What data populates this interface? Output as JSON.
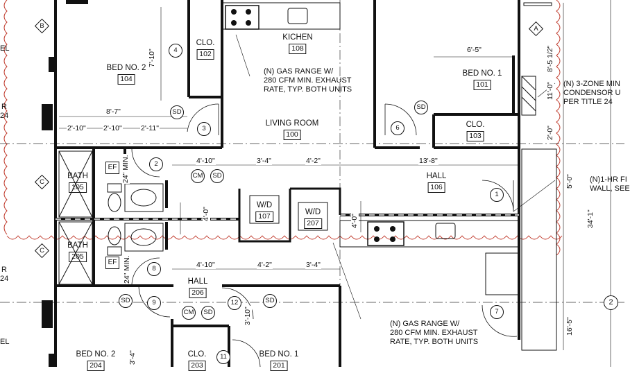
{
  "rooms": {
    "kitchen": {
      "name": "KICHEN",
      "number": "108"
    },
    "living": {
      "name": "LIVING ROOM",
      "number": "100"
    },
    "bed2_top": {
      "name": "BED NO. 2",
      "number": "104"
    },
    "bed1_top": {
      "name": "BED NO. 1",
      "number": "101"
    },
    "clo_102": {
      "name": "CLO.",
      "number": "102"
    },
    "clo_103": {
      "name": "CLO.",
      "number": "103"
    },
    "hall_106": {
      "name": "HALL",
      "number": "106"
    },
    "bath_105": {
      "name": "BATH",
      "number": "105"
    },
    "bath_205": {
      "name": "BATH",
      "number": "205"
    },
    "wd_107": {
      "name": "W/D",
      "number": "107"
    },
    "wd_207": {
      "name": "W/D",
      "number": "207"
    },
    "hall_206": {
      "name": "HALL",
      "number": "206"
    },
    "bed2_bot": {
      "name": "BED NO. 2",
      "number": "204"
    },
    "clo_203": {
      "name": "CLO.",
      "number": "203"
    },
    "bed1_bot": {
      "name": "BED NO. 1",
      "number": "201"
    }
  },
  "notes": {
    "gas_top": [
      "(N) GAS RANGE W/",
      "280 CFM MIN. EXHAUST",
      "RATE, TYP. BOTH UNITS"
    ],
    "gas_bot": [
      "(N) GAS RANGE W/",
      "280 CFM MIN. EXHAUST",
      "RATE, TYP. BOTH UNITS"
    ],
    "condenser": [
      "(N) 3-ZONE MIN",
      "CONDENSOR U",
      "PER TITLE 24"
    ],
    "fire_wall": [
      "(N)1-HR FI",
      "WALL, SEE"
    ],
    "left_edge_1": "EL",
    "left_edge_2": "R",
    "left_edge_3": "24",
    "left_edge_4": "R",
    "left_edge_5": "24",
    "left_edge_6": "EL"
  },
  "dimensions": {
    "d_7_10": "7'-10\"",
    "d_8_7": "8'-7\"",
    "d_2_10a": "2'-10\"",
    "d_2_10b": "2'-10\"",
    "d_2_11": "2'-11\"",
    "d_6_5": "6'-5\"",
    "d_8_5_half": "8'-5 1/2\"",
    "d_11_0": "11'-0\"",
    "d_2_0": "2'-0\"",
    "d_4_10_top": "4'-10\"",
    "d_3_4_top": "3'-4\"",
    "d_4_2_top": "4'-2\"",
    "d_13_8": "13'-8\"",
    "d_24_min_top": "24\" MIN.",
    "d_4_0_left": "4'-0\"",
    "d_4_0_right": "4'-0\"",
    "d_5_0": "5'-0\"",
    "d_34_1": "34'-1\"",
    "d_24_min_bot": "24\" MIN.",
    "d_4_10_bot": "4'-10\"",
    "d_4_2_bot": "4'-2\"",
    "d_3_4_bot": "3'-4\"",
    "d_3_10": "3'-10\"",
    "d_16_5": "16'-5\"",
    "d_3_4_left": "3'-4\""
  },
  "tags": {
    "door_2": "2",
    "door_3": "3",
    "door_4": "4",
    "door_6": "6",
    "door_1": "1",
    "door_8": "8",
    "door_9": "9",
    "door_12": "12",
    "door_7": "7",
    "door_11": "11",
    "sd": "SD",
    "cm": "CM",
    "ef": "EF"
  },
  "grid": {
    "a": "A",
    "b": "B",
    "c1": "C",
    "c2": "C",
    "two": "2"
  }
}
